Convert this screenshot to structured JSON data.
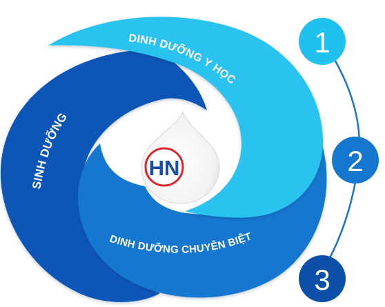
{
  "segments": [
    {
      "label": "DINH DƯỠNG Y HỌC",
      "color": "#2cc3ef"
    },
    {
      "label": "SINH DƯỠNG",
      "color": "#0b57b8"
    },
    {
      "label": "DINH DƯỠNG CHUYÊN BIỆT",
      "color": "#1677cf"
    }
  ],
  "steps": [
    {
      "number": "1",
      "color": "#1fc2ee"
    },
    {
      "number": "2",
      "color": "#1677cf"
    },
    {
      "number": "3",
      "color": "#0b4fa8"
    }
  ],
  "logo": {
    "letters": "HN",
    "ring_color": "#d9272e",
    "letter_color": "#1a4ea6"
  },
  "connector_color": "#1a74c9"
}
